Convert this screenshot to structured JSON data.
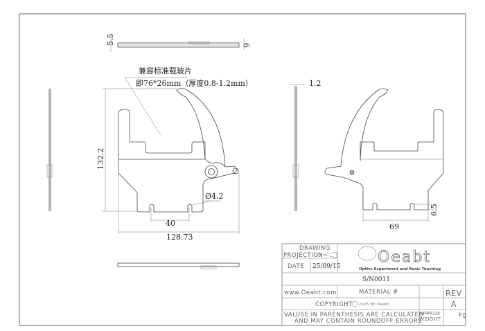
{
  "drawing": {
    "note_line1": "兼容标准载玻片",
    "note_line2": "即76*26mm（厚度0.8-1.2mm）",
    "dimensions": {
      "top_thickness": "5.5",
      "top_height": "6",
      "side_thickness": "1.2",
      "height": "132.2",
      "hole_diameter": "Ø4.2",
      "slot_spacing": "40",
      "width": "128.73",
      "right_width": "69",
      "right_offset": "6.5"
    }
  },
  "title_block": {
    "drawing_label": "DRAWING",
    "projection_label": "PROJECTION",
    "date_label": "DATE",
    "date_value": "25/09/15",
    "logo_text": "Oeabt",
    "logo_tagline": "Optics Experiment and Basic Teaching",
    "serial": "S/N0011",
    "website": "www.Oeabt.com",
    "material_label": "MATERIAL #",
    "rev_label": "REV",
    "rev_value": "A",
    "copyright_label": "COPYRIGHT",
    "copyright_text": "2025 BY Oeabt",
    "disclaimer_line1": "VALUSE IN PARENTHESIS ARE CALCULATED",
    "disclaimer_line2": "AND MAY CONTAIN ROUNDOFF ERRORS",
    "approx_label": "APPROX",
    "weight_label": "WEIGHT",
    "weight_unit": "kg"
  }
}
